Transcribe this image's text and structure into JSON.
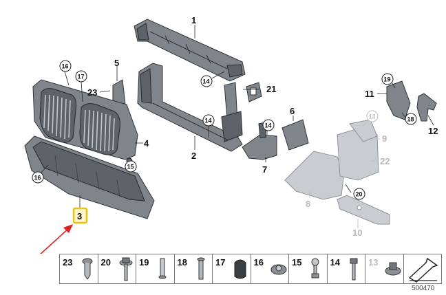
{
  "diagram": {
    "callouts": {
      "p1": "1",
      "p2": "2",
      "p3": "3",
      "p4": "4",
      "p5": "5",
      "p6": "6",
      "p7": "7",
      "p8": "8",
      "p9": "9",
      "p10": "10",
      "p11": "11",
      "p12": "12",
      "p13": "13",
      "p14a": "14",
      "p14b": "14",
      "p14c": "14",
      "p15": "15",
      "p16a": "16",
      "p16b": "16",
      "p17": "17",
      "p18": "18",
      "p19": "19",
      "p20": "20",
      "p21": "21",
      "p22": "22",
      "p23": "23"
    },
    "highlighted_part": "3",
    "colors": {
      "highlight_border": "#e7c21a",
      "arrow": "#e02020",
      "greyed_label": "#bdbdbd"
    }
  },
  "legend": {
    "items": [
      {
        "number": "23",
        "icon": "expanding-rivet-icon"
      },
      {
        "number": "20",
        "icon": "hex-bolt-washer-icon"
      },
      {
        "number": "19",
        "icon": "pin-screw-icon"
      },
      {
        "number": "18",
        "icon": "long-screw-icon"
      },
      {
        "number": "17",
        "icon": "rubber-mount-icon"
      },
      {
        "number": "16",
        "icon": "flange-clip-nut-icon"
      },
      {
        "number": "15",
        "icon": "ball-stud-icon"
      },
      {
        "number": "14",
        "icon": "hex-screw-icon"
      },
      {
        "number": "13",
        "icon": "flange-clip-icon"
      }
    ],
    "greyed_item": "13",
    "end_icon": "flat-arrow-icon"
  },
  "doc_id": "500470"
}
